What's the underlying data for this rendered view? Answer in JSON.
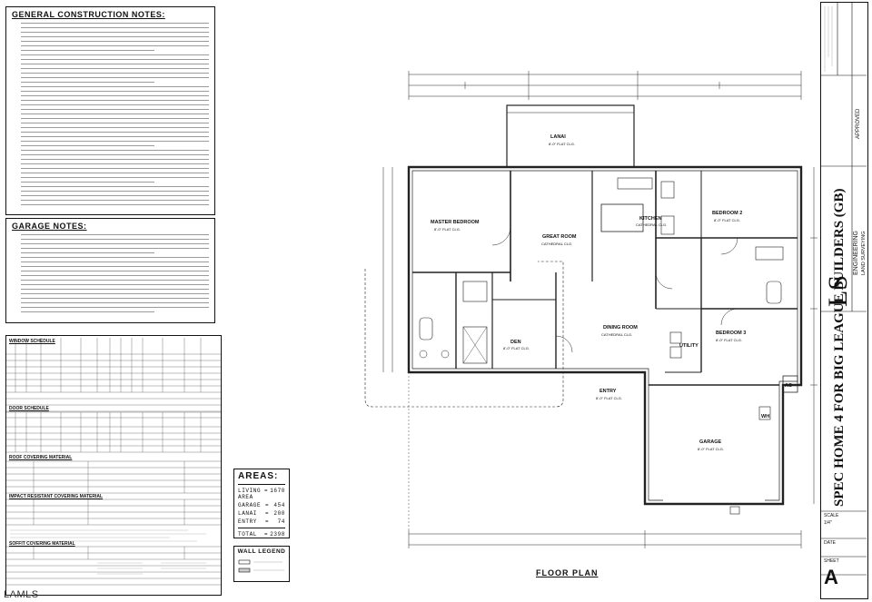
{
  "general_notes": {
    "title": "GENERAL CONSTRUCTION NOTES:"
  },
  "garage_notes": {
    "title": "GARAGE NOTES:"
  },
  "schedules": {
    "window": "WINDOW SCHEDULE",
    "door": "DOOR SCHEDULE",
    "roof": "ROOF COVERING MATERIAL",
    "impact": "IMPACT RESISTANT COVERING MATERIAL",
    "soffit": "SOFFIT COVERING MATERIAL"
  },
  "areas": {
    "title": "AREAS:",
    "rows": [
      {
        "label": "LIVING AREA",
        "value": "1670"
      },
      {
        "label": "GARAGE",
        "value": "454"
      },
      {
        "label": "LANAI",
        "value": "200"
      },
      {
        "label": "ENTRY",
        "value": "74"
      }
    ],
    "total_label": "TOTAL",
    "total_value": "2398"
  },
  "wall_legend": {
    "title": "WALL LEGEND"
  },
  "plan": {
    "title": "FLOOR PLAN",
    "rooms": {
      "lanai": "LANAI",
      "master_bedroom": "MASTER BEDROOM",
      "great_room": "GREAT ROOM",
      "kitchen": "KITCHEN",
      "bedroom2": "BEDROOM 2",
      "den": "DEN",
      "dining_room": "DINING ROOM",
      "bedroom3": "BEDROOM 3",
      "utility": "UTILITY",
      "entry": "ENTRY",
      "garage": "GARAGE"
    },
    "ceiling": {
      "lanai": "8'-0\" FLAT CLG.",
      "master_bedroom": "8'-0\" FLAT CLG.",
      "great_room": "CATHEDRAL CLG.",
      "kitchen": "CATHEDRAL CLG.",
      "bedroom2": "8'-0\" FLAT CLG.",
      "den": "8'-0\" FLAT CLG.",
      "dining_room": "CATHEDRAL CLG.",
      "bedroom3": "8'-0\" FLAT CLG.",
      "entry": "8'-0\" FLAT CLG.",
      "garage": "8'-0\" FLAT CLG."
    },
    "equipment": {
      "ac": "AC",
      "wh": "WH"
    }
  },
  "title_block": {
    "project": "SPEC HOME 4 FOR BIG LEAGUE BUILDERS (GB)",
    "firm_mark": "LS",
    "firm_name": "ENGINEERING",
    "firm_sub": "LAND SURVEYING",
    "approved": "APPROVED",
    "scale_label": "SCALE",
    "scale_value": "1/4\"",
    "date_label": "DATE",
    "sheet_label": "SHEET",
    "sheet_value": "A"
  },
  "watermark": "LAMLS"
}
